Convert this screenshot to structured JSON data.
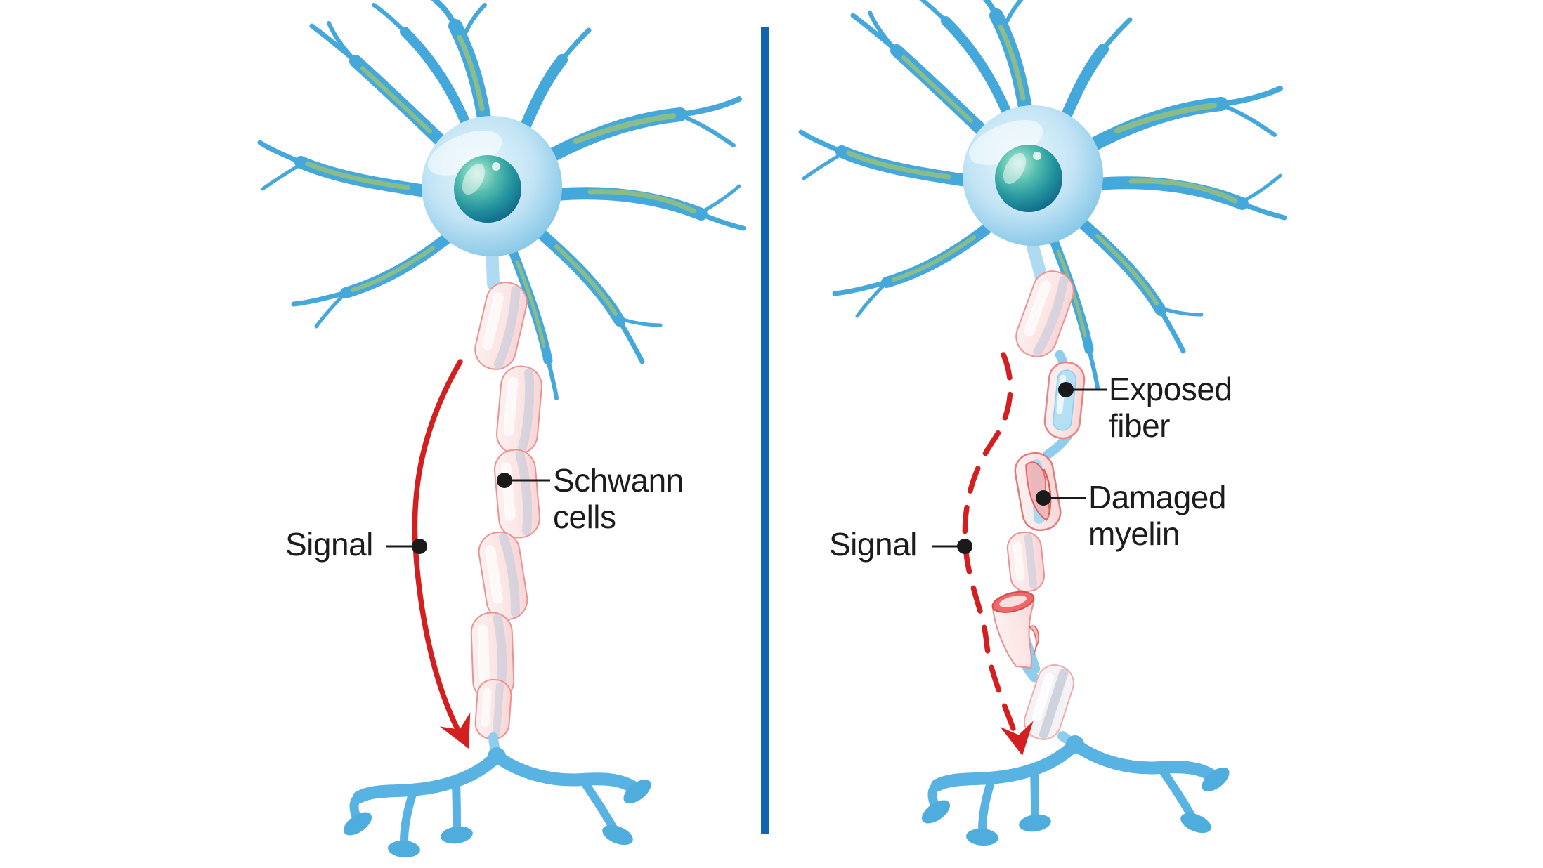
{
  "labels": {
    "signal_left": "Signal",
    "signal_right": "Signal",
    "schwann": [
      "Schwann",
      "cells"
    ],
    "exposed": [
      "Exposed",
      "fiber"
    ],
    "damaged": [
      "Damaged",
      "myelin"
    ]
  },
  "colors": {
    "background": "#ffffff",
    "divider_blue": "#1164ae",
    "signal_red": "#d31f1f",
    "leader_black": "#1a1a1a",
    "neuron_blue": "#45a8da",
    "dendrite_green": "#9cc276",
    "soma_fill": "#bfe3f4",
    "nucleus_teal": "#0d6488",
    "myelin_pink": "#fbe3e3",
    "myelin_outline": "#ec9392",
    "axon_fiber_gray": "#c3c9da",
    "exposed_fiber_blue": "#b5e0f4",
    "damaged_red": "#e05c5c",
    "terminal_blue": "#58b2e2",
    "label_text": "#1c1c1c"
  }
}
